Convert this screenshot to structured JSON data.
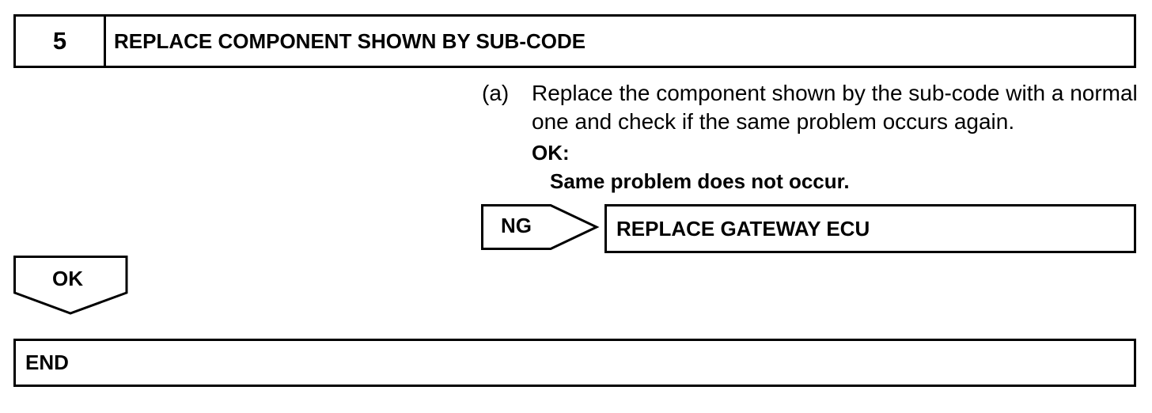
{
  "step": {
    "number": "5",
    "title": "REPLACE COMPONENT SHOWN BY SUB-CODE"
  },
  "instruction": {
    "marker": "(a)",
    "text": "Replace the component shown by the sub-code with a normal one and check if the same problem occurs again.",
    "ok_label": "OK:",
    "ok_criteria": "Same problem does not occur."
  },
  "ng_branch": {
    "label": "NG",
    "result": "REPLACE GATEWAY ECU"
  },
  "ok_branch": {
    "label": "OK"
  },
  "end": {
    "label": "END"
  },
  "colors": {
    "line": "#000000",
    "background": "#ffffff"
  }
}
